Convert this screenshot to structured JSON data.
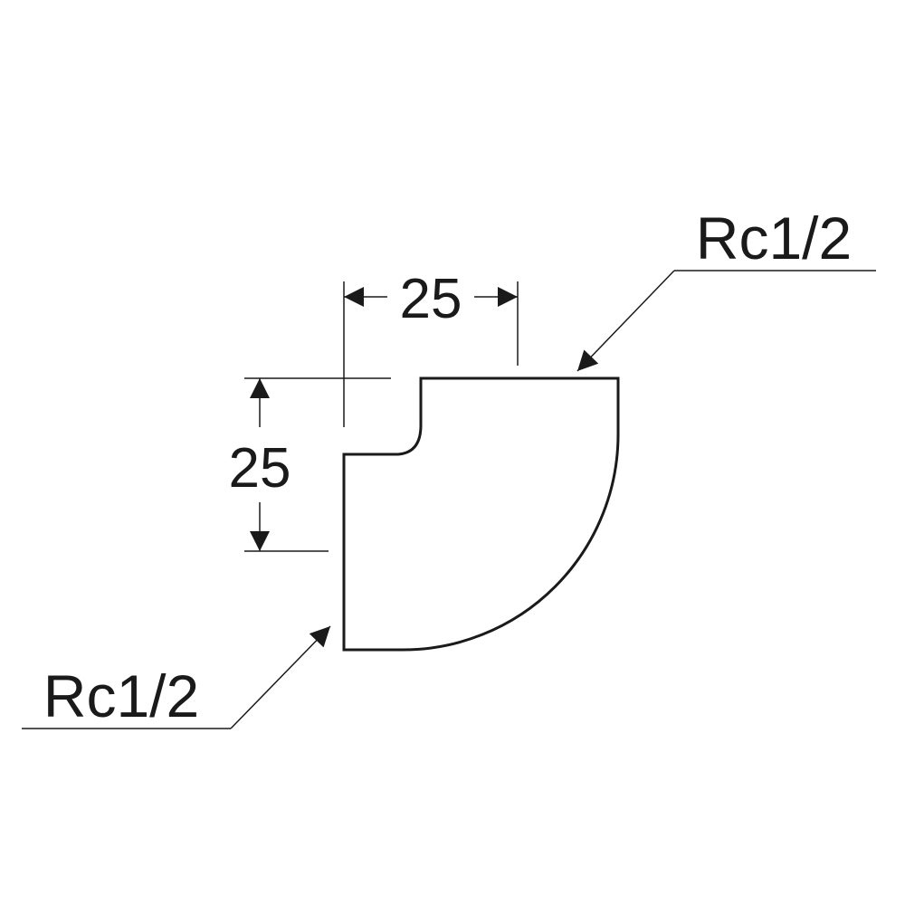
{
  "dimensions": {
    "width_value": "25",
    "height_value": "25"
  },
  "labels": {
    "top_right": "Rc1/2",
    "bottom_left": "Rc1/2"
  },
  "colors": {
    "line": "#1a1a1a",
    "background": "#ffffff"
  }
}
